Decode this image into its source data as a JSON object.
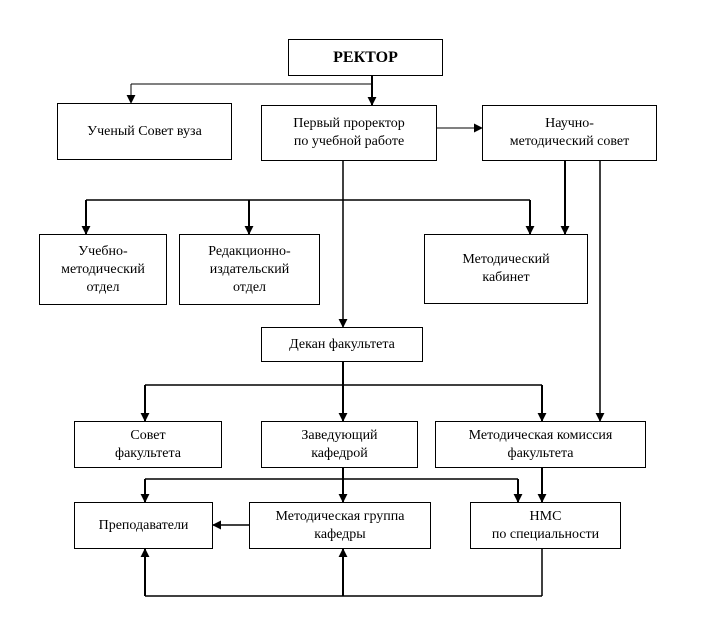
{
  "boxes": {
    "rector": "РЕКТОР",
    "academic_council": "Ученый Совет вуза",
    "first_prorector": "Первый проректор\nпо учебной работе",
    "scientific_methodical_council": "Научно-\nметодический совет",
    "educational_methodical_dept": "Учебно-\nметодический\nотдел",
    "editorial_publishing_dept": "Редакционно-\nиздательский\nотдел",
    "methodical_cabinet": "Методический\nкабинет",
    "faculty_dean": "Декан факультета",
    "faculty_council": "Совет\nфакультета",
    "department_head": "Заведующий\nкафедрой",
    "faculty_methodical_commission": "Методическая комиссия\nфакультета",
    "teachers": "Преподаватели",
    "department_methodical_group": "Методическая группа\nкафедры",
    "nms_by_specialty": "НМС\nпо специальности"
  }
}
